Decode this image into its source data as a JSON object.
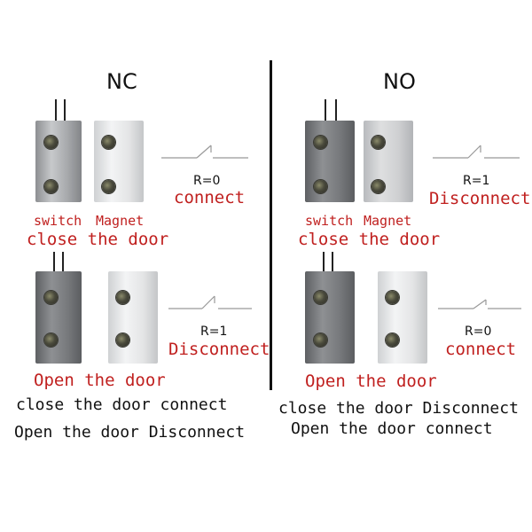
{
  "nc": {
    "heading": "NC",
    "closed": {
      "r_label": "R=0",
      "state": "connect",
      "switch_label": "switch",
      "magnet_label": "Magnet",
      "caption": "close the door"
    },
    "open": {
      "r_label": "R=1",
      "state": "Disconnect",
      "caption": "Open the door"
    },
    "summary": [
      "close the door connect",
      "Open the door Disconnect"
    ]
  },
  "no": {
    "heading": "NO",
    "closed": {
      "r_label": "R=1",
      "state": "Disconnect",
      "switch_label": "switch",
      "magnet_label": "Magnet",
      "caption": "close the door"
    },
    "open": {
      "r_label": "R=0",
      "state": "connect",
      "caption": "Open the door"
    },
    "summary": [
      "close the door Disconnect",
      "Open the door connect"
    ]
  },
  "colors": {
    "label_red": "#c0201f",
    "text": "#111111",
    "line": "#999999"
  }
}
